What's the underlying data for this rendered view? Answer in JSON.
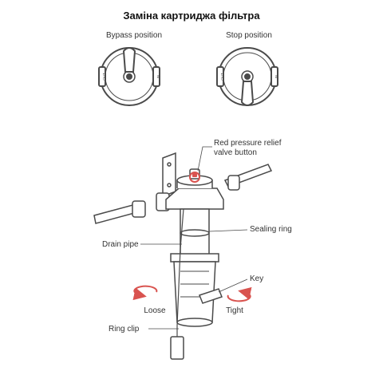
{
  "title": "Заміна картриджа фільтра",
  "positions": {
    "bypass": {
      "label": "Bypass position",
      "in_mark": "IN",
      "out_mark": "OUT"
    },
    "stop": {
      "label": "Stop position",
      "in_mark": "IN",
      "out_mark": "OUT"
    }
  },
  "callouts": {
    "relief_line1": "Red pressure relief",
    "relief_line2": "valve button",
    "sealing_ring": "Sealing ring",
    "drain_pipe": "Drain pipe",
    "key": "Key",
    "loose": "Loose",
    "tight": "Tight",
    "ring_clip": "Ring clip"
  },
  "colors": {
    "accent_red": "#d9534f",
    "line": "#4a4a4a"
  }
}
